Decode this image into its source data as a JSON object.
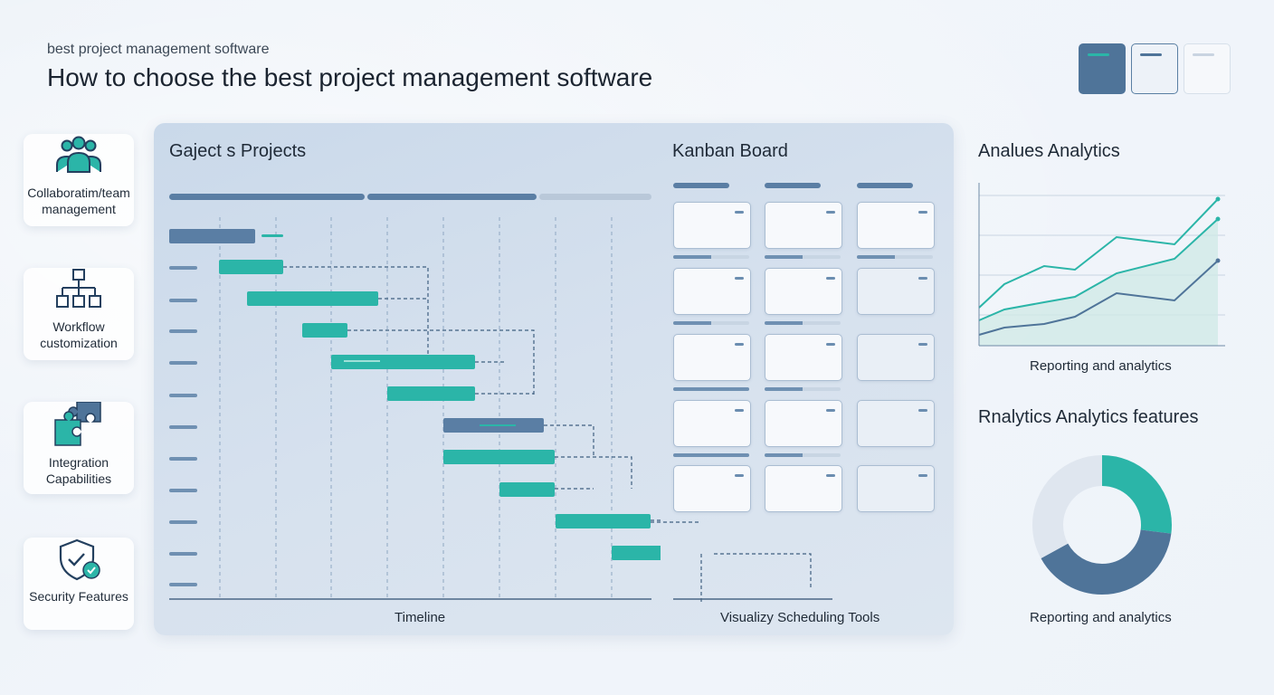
{
  "header": {
    "subtitle": "best project management software",
    "title": "How to choose the best project management software"
  },
  "sidebar": {
    "items": [
      {
        "label": "Collaboratim/team management",
        "icon": "team-icon"
      },
      {
        "label": "Workflow customization",
        "icon": "workflow-icon"
      },
      {
        "label": "Integration Capabilities",
        "icon": "puzzle-icon"
      },
      {
        "label": "Security Features",
        "icon": "shield-check-icon"
      }
    ]
  },
  "gantt": {
    "title": "Gajeсt s Projects",
    "footer": "Timeline"
  },
  "kanban": {
    "title": "Kanban Board",
    "footer": "Visualizy Scheduling Tools",
    "columns": [
      {
        "progress": [
          0.5,
          0.5,
          1.0,
          1.0,
          1.0
        ]
      },
      {
        "progress": [
          0.5,
          0.5,
          0.5,
          0.5,
          1.0
        ]
      },
      {
        "progress": [
          0.5,
          0.0,
          0.0,
          0.0,
          0.0
        ]
      }
    ]
  },
  "analytics": {
    "title": "Analues Analytics",
    "caption": "Reporting and analytics",
    "colors": {
      "teal": "#2bb5a8",
      "blue": "#4f7499"
    }
  },
  "features": {
    "title": "Rnalytics Analytics features",
    "caption": "Reporting and analytics",
    "donut": [
      {
        "share": 0.27,
        "color": "#2bb5a8"
      },
      {
        "share": 0.4,
        "color": "#4f7499"
      },
      {
        "share": 0.33,
        "color": "#dfe6ef"
      }
    ]
  }
}
